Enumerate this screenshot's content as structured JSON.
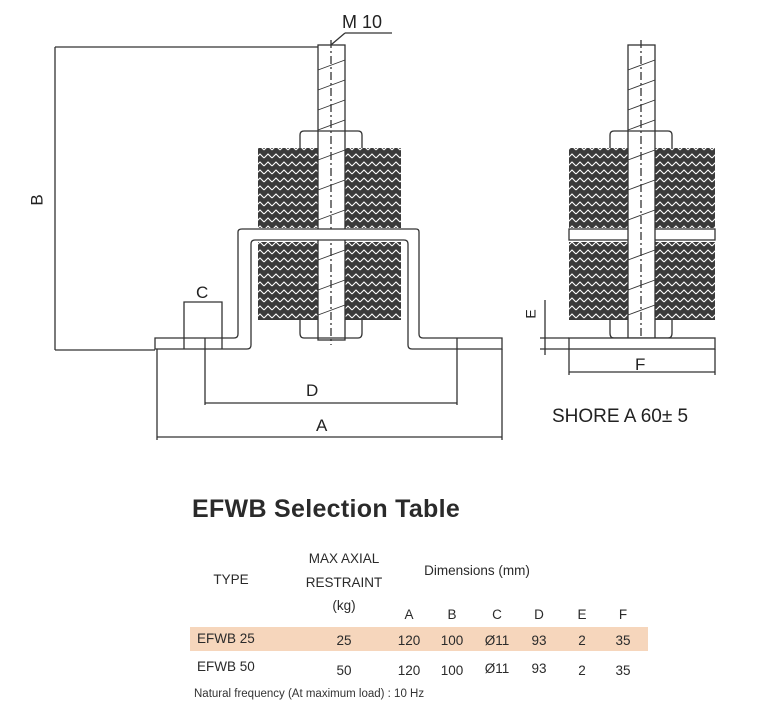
{
  "drawing": {
    "bolt_label": "M 10",
    "dim_labels": {
      "A": "A",
      "B": "B",
      "C": "C",
      "D": "D",
      "E": "E",
      "F": "F"
    },
    "shore_label": "SHORE A 60± 5"
  },
  "table": {
    "title": "EFWB Selection Table",
    "headers": {
      "type": "TYPE",
      "restraint": [
        "MAX AXIAL",
        "RESTRAINT",
        "(kg)"
      ],
      "dimensions": "Dimensions (mm)",
      "dim_cols": [
        "A",
        "B",
        "C",
        "D",
        "E",
        "F"
      ]
    },
    "rows": [
      {
        "type": "EFWB 25",
        "restraint": "25",
        "dims": [
          "120",
          "100",
          "Ø11",
          "93",
          "2",
          "35"
        ],
        "highlighted": true
      },
      {
        "type": "EFWB 50",
        "restraint": "50",
        "dims": [
          "120",
          "100",
          "Ø11",
          "93",
          "2",
          "35"
        ],
        "highlighted": false
      }
    ],
    "note": "Natural frequency (At maximum load) : 10 Hz",
    "highlight_color": "#f6d6bc"
  }
}
